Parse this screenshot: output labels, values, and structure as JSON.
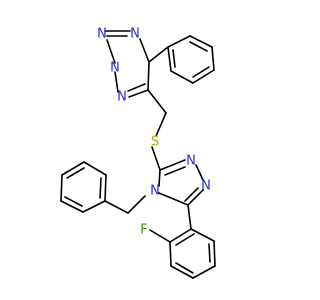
{
  "molecule": {
    "atom_labels": {
      "n1": "N",
      "n2": "N",
      "n3": "N",
      "n4": "N",
      "s": "S",
      "n5": "N",
      "n6": "N",
      "n7": "N",
      "f": "F"
    },
    "colors": {
      "bond": "#000000",
      "nitrogen": "#2a2ad8",
      "sulfur": "#b3b300",
      "fluorine": "#3f8f0f",
      "background": "#ffffff"
    }
  }
}
